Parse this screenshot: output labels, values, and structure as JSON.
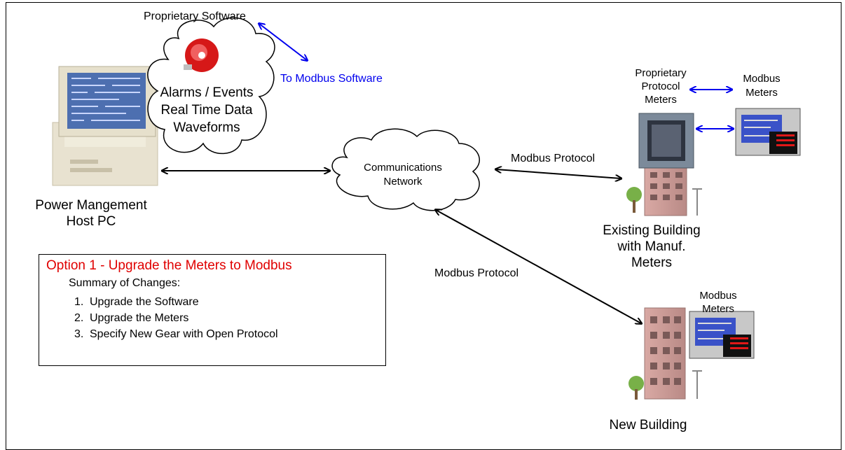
{
  "cloud_top": {
    "software_label": "Proprietary Software",
    "lines": [
      "Alarms / Events",
      "Real Time Data",
      "Waveforms"
    ],
    "icon": "alarm-bell-icon"
  },
  "to_modbus_label": "To Modbus Software",
  "host": {
    "label_line1": "Power Mangement",
    "label_line2": "Host PC",
    "icon": "computer-icon"
  },
  "network": {
    "line1": "Communications",
    "line2": "Network"
  },
  "links": {
    "existing_protocol": "Modbus Protocol",
    "new_protocol": "Modbus Protocol"
  },
  "existing_building": {
    "proprietary_line1": "Proprietary",
    "proprietary_line2": "Protocol",
    "proprietary_line3": "Meters",
    "modbus_line1": "Modbus",
    "modbus_line2": "Meters",
    "label_line1": "Existing Building",
    "label_line2": "with Manuf.",
    "label_line3": "Meters"
  },
  "new_building": {
    "modbus_line1": "Modbus",
    "modbus_line2": "Meters",
    "label": "New Building"
  },
  "summary": {
    "title": "Option 1 - Upgrade the Meters to Modbus",
    "subtitle": "Summary of Changes:",
    "items": [
      {
        "num": "1.",
        "text": "Upgrade the Software"
      },
      {
        "num": "2.",
        "text": "Upgrade the Meters"
      },
      {
        "num": "3.",
        "text": "Specify New Gear with Open Protocol"
      }
    ]
  },
  "colors": {
    "blue_arrow": "#0000ee",
    "red_text": "#e00000",
    "black_arrow": "#000000"
  }
}
